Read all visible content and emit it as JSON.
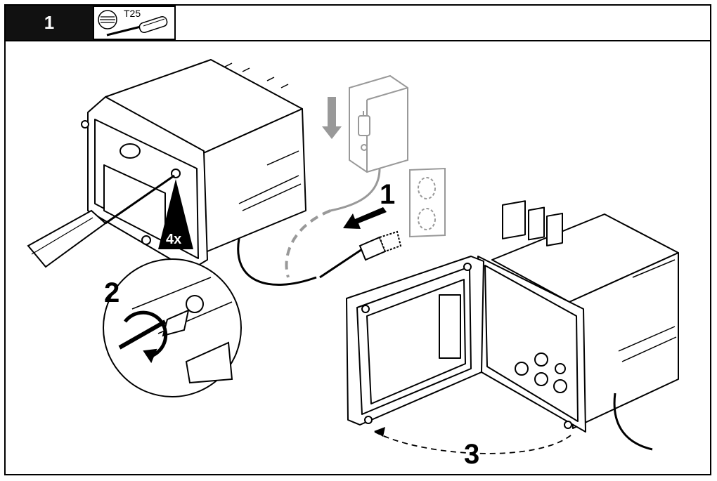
{
  "header": {
    "step_number": "1",
    "tool_icon": "torx-screwdriver-icon",
    "tool_label": "T25"
  },
  "callouts": {
    "quantity": "4x",
    "step_unplug": "1",
    "step_loosen": "2",
    "step_open": "3"
  },
  "colors": {
    "line": "#000000",
    "hidden_cable": "#999999",
    "faded_outlet": "#bbbbbb"
  }
}
